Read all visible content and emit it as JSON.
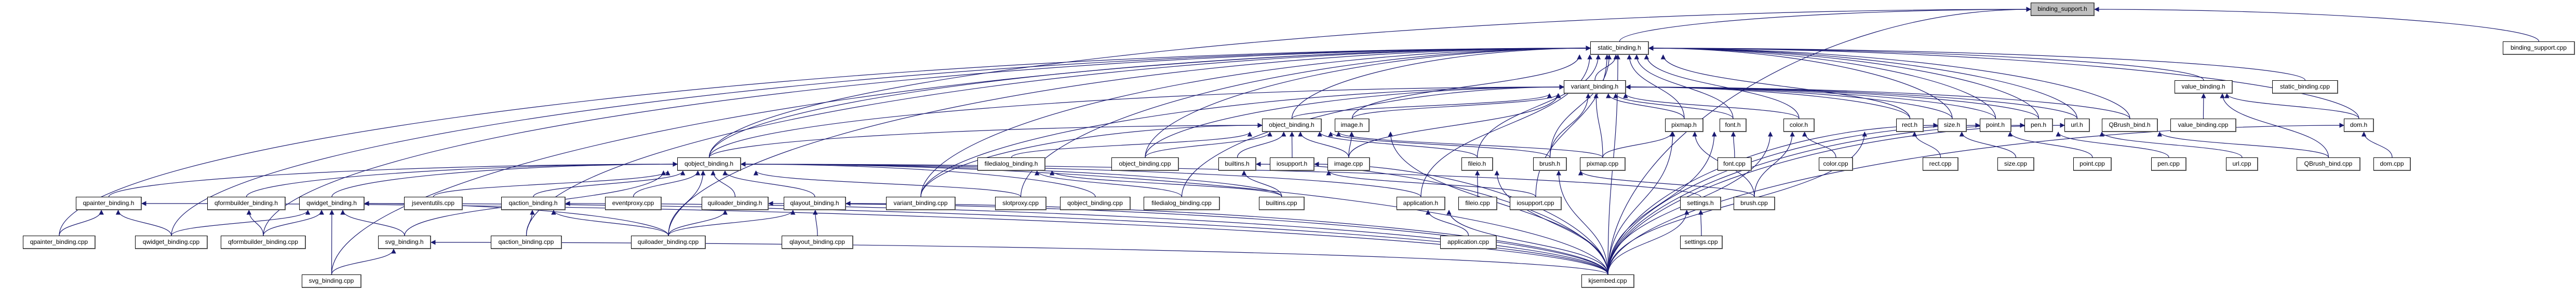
{
  "title": "binding_support.h include dependency graph",
  "colors": {
    "edge": "#191970",
    "root_fill": "#bfbfbf",
    "node_fill": "#ffffff"
  },
  "nodes": [
    {
      "id": "binding_support_h",
      "label": "binding_support.h",
      "root": true
    },
    {
      "id": "static_binding_h",
      "label": "static_binding.h"
    },
    {
      "id": "binding_support_cpp",
      "label": "binding_support.cpp"
    },
    {
      "id": "variant_binding_h",
      "label": "variant_binding.h"
    },
    {
      "id": "value_binding_h",
      "label": "value_binding.h"
    },
    {
      "id": "static_binding_cpp",
      "label": "static_binding.cpp"
    },
    {
      "id": "object_binding_h",
      "label": "object_binding.h"
    },
    {
      "id": "image_h",
      "label": "image.h"
    },
    {
      "id": "pixmap_h",
      "label": "pixmap.h"
    },
    {
      "id": "font_h",
      "label": "font.h"
    },
    {
      "id": "color_h",
      "label": "color.h"
    },
    {
      "id": "rect_h",
      "label": "rect.h"
    },
    {
      "id": "size_h",
      "label": "size.h"
    },
    {
      "id": "point_h",
      "label": "point.h"
    },
    {
      "id": "pen_h",
      "label": "pen.h"
    },
    {
      "id": "url_h",
      "label": "url.h"
    },
    {
      "id": "qbrush_bind_h",
      "label": "QBrush_bind.h"
    },
    {
      "id": "value_binding_cpp",
      "label": "value_binding.cpp"
    },
    {
      "id": "dom_h",
      "label": "dom.h"
    },
    {
      "id": "qobject_binding_h",
      "label": "qobject_binding.h"
    },
    {
      "id": "filedialog_binding_h",
      "label": "filedialog_binding.h"
    },
    {
      "id": "object_binding_cpp",
      "label": "object_binding.cpp"
    },
    {
      "id": "builtins_h",
      "label": "builtins.h"
    },
    {
      "id": "iosupport_h",
      "label": "iosupport.h"
    },
    {
      "id": "image_cpp",
      "label": "image.cpp"
    },
    {
      "id": "fileio_h",
      "label": "fileio.h"
    },
    {
      "id": "brush_h",
      "label": "brush.h"
    },
    {
      "id": "pixmap_cpp",
      "label": "pixmap.cpp"
    },
    {
      "id": "font_cpp",
      "label": "font.cpp"
    },
    {
      "id": "color_cpp",
      "label": "color.cpp"
    },
    {
      "id": "rect_cpp",
      "label": "rect.cpp"
    },
    {
      "id": "size_cpp",
      "label": "size.cpp"
    },
    {
      "id": "point_cpp",
      "label": "point.cpp"
    },
    {
      "id": "pen_cpp",
      "label": "pen.cpp"
    },
    {
      "id": "url_cpp",
      "label": "url.cpp"
    },
    {
      "id": "qbrush_bind_cpp",
      "label": "QBrush_bind.cpp"
    },
    {
      "id": "dom_cpp",
      "label": "dom.cpp"
    },
    {
      "id": "qpainter_binding_h",
      "label": "qpainter_binding.h"
    },
    {
      "id": "qformbuilder_binding_h",
      "label": "qformbuilder_binding.h"
    },
    {
      "id": "qwidget_binding_h",
      "label": "qwidget_binding.h"
    },
    {
      "id": "jseventutils_cpp",
      "label": "jseventutils.cpp"
    },
    {
      "id": "qaction_binding_h",
      "label": "qaction_binding.h"
    },
    {
      "id": "eventproxy_cpp",
      "label": "eventproxy.cpp"
    },
    {
      "id": "quiloader_binding_h",
      "label": "quiloader_binding.h"
    },
    {
      "id": "qlayout_binding_h",
      "label": "qlayout_binding.h"
    },
    {
      "id": "variant_binding_cpp",
      "label": "variant_binding.cpp"
    },
    {
      "id": "slotproxy_cpp",
      "label": "slotproxy.cpp"
    },
    {
      "id": "qobject_binding_cpp",
      "label": "qobject_binding.cpp"
    },
    {
      "id": "filedialog_binding_cpp",
      "label": "filedialog_binding.cpp"
    },
    {
      "id": "builtins_cpp",
      "label": "builtins.cpp"
    },
    {
      "id": "application_h",
      "label": "application.h"
    },
    {
      "id": "fileio_cpp",
      "label": "fileio.cpp"
    },
    {
      "id": "iosupport_cpp",
      "label": "iosupport.cpp"
    },
    {
      "id": "settings_h",
      "label": "settings.h"
    },
    {
      "id": "brush_cpp",
      "label": "brush.cpp"
    },
    {
      "id": "qpainter_binding_cpp",
      "label": "qpainter_binding.cpp"
    },
    {
      "id": "qwidget_binding_cpp",
      "label": "qwidget_binding.cpp"
    },
    {
      "id": "qformbuilder_binding_cpp",
      "label": "qformbuilder_binding.cpp"
    },
    {
      "id": "svg_binding_h",
      "label": "svg_binding.h"
    },
    {
      "id": "qaction_binding_cpp",
      "label": "qaction_binding.cpp"
    },
    {
      "id": "quiloader_binding_cpp",
      "label": "quiloader_binding.cpp"
    },
    {
      "id": "qlayout_binding_cpp",
      "label": "qlayout_binding.cpp"
    },
    {
      "id": "application_cpp",
      "label": "application.cpp"
    },
    {
      "id": "settings_cpp",
      "label": "settings.cpp"
    },
    {
      "id": "svg_binding_cpp",
      "label": "svg_binding.cpp"
    },
    {
      "id": "kjsembed_cpp",
      "label": "kjsembed.cpp"
    }
  ],
  "edges": [
    [
      "static_binding_h",
      "binding_support_h"
    ],
    [
      "binding_support_cpp",
      "binding_support_h"
    ],
    [
      "qobject_binding_h",
      "binding_support_h"
    ],
    [
      "kjsembed_cpp",
      "binding_support_h"
    ],
    [
      "variant_binding_h",
      "static_binding_h"
    ],
    [
      "value_binding_h",
      "static_binding_h"
    ],
    [
      "static_binding_cpp",
      "static_binding_h"
    ],
    [
      "object_binding_h",
      "static_binding_h"
    ],
    [
      "image_h",
      "static_binding_h"
    ],
    [
      "pixmap_h",
      "static_binding_h"
    ],
    [
      "font_h",
      "static_binding_h"
    ],
    [
      "color_h",
      "static_binding_h"
    ],
    [
      "rect_h",
      "static_binding_h"
    ],
    [
      "size_h",
      "static_binding_h"
    ],
    [
      "point_h",
      "static_binding_h"
    ],
    [
      "pen_h",
      "static_binding_h"
    ],
    [
      "url_h",
      "static_binding_h"
    ],
    [
      "qbrush_bind_h",
      "static_binding_h"
    ],
    [
      "dom_h",
      "static_binding_h"
    ],
    [
      "qobject_binding_h",
      "static_binding_h"
    ],
    [
      "brush_h",
      "static_binding_h"
    ],
    [
      "fileio_h",
      "static_binding_h"
    ],
    [
      "application_h",
      "static_binding_h"
    ],
    [
      "iosupport_cpp",
      "static_binding_h"
    ],
    [
      "qpainter_binding_cpp",
      "static_binding_h"
    ],
    [
      "qwidget_binding_cpp",
      "static_binding_h"
    ],
    [
      "qformbuilder_binding_cpp",
      "static_binding_h"
    ],
    [
      "qaction_binding_cpp",
      "static_binding_h"
    ],
    [
      "quiloader_binding_cpp",
      "static_binding_h"
    ],
    [
      "svg_binding_cpp",
      "static_binding_h"
    ],
    [
      "variant_binding_cpp",
      "static_binding_h"
    ],
    [
      "slotproxy_cpp",
      "static_binding_h"
    ],
    [
      "object_binding_cpp",
      "static_binding_h"
    ],
    [
      "kjsembed_cpp",
      "static_binding_h"
    ],
    [
      "object_binding_h",
      "variant_binding_h"
    ],
    [
      "image_h",
      "variant_binding_h"
    ],
    [
      "pixmap_h",
      "variant_binding_h"
    ],
    [
      "font_h",
      "variant_binding_h"
    ],
    [
      "color_h",
      "variant_binding_h"
    ],
    [
      "rect_h",
      "variant_binding_h"
    ],
    [
      "size_h",
      "variant_binding_h"
    ],
    [
      "point_h",
      "variant_binding_h"
    ],
    [
      "pen_h",
      "variant_binding_h"
    ],
    [
      "url_h",
      "variant_binding_h"
    ],
    [
      "qbrush_bind_h",
      "variant_binding_h"
    ],
    [
      "brush_h",
      "variant_binding_h"
    ],
    [
      "pixmap_cpp",
      "variant_binding_h"
    ],
    [
      "image_cpp",
      "variant_binding_h"
    ],
    [
      "qobject_binding_h",
      "variant_binding_h"
    ],
    [
      "variant_binding_cpp",
      "variant_binding_h"
    ],
    [
      "object_binding_cpp",
      "variant_binding_h"
    ],
    [
      "filedialog_binding_cpp",
      "variant_binding_h"
    ],
    [
      "value_binding_cpp",
      "value_binding_h"
    ],
    [
      "qbrush_bind_cpp",
      "value_binding_h"
    ],
    [
      "dom_h",
      "value_binding_h"
    ],
    [
      "qobject_binding_h",
      "object_binding_h"
    ],
    [
      "filedialog_binding_h",
      "object_binding_h"
    ],
    [
      "object_binding_cpp",
      "object_binding_h"
    ],
    [
      "builtins_h",
      "object_binding_h"
    ],
    [
      "iosupport_h",
      "object_binding_h"
    ],
    [
      "image_cpp",
      "object_binding_h"
    ],
    [
      "fileio_h",
      "object_binding_h"
    ],
    [
      "brush_h",
      "object_binding_h"
    ],
    [
      "pixmap_cpp",
      "object_binding_h"
    ],
    [
      "variant_binding_cpp",
      "object_binding_h"
    ],
    [
      "image_cpp",
      "image_h"
    ],
    [
      "kjsembed_cpp",
      "image_h"
    ],
    [
      "pixmap_cpp",
      "pixmap_h"
    ],
    [
      "brush_cpp",
      "pixmap_h"
    ],
    [
      "kjsembed_cpp",
      "pixmap_h"
    ],
    [
      "font_cpp",
      "font_h"
    ],
    [
      "kjsembed_cpp",
      "font_h"
    ],
    [
      "color_cpp",
      "color_h"
    ],
    [
      "brush_cpp",
      "color_h"
    ],
    [
      "kjsembed_cpp",
      "color_h"
    ],
    [
      "rect_cpp",
      "rect_h"
    ],
    [
      "kjsembed_cpp",
      "rect_h"
    ],
    [
      "size_cpp",
      "size_h"
    ],
    [
      "kjsembed_cpp",
      "size_h"
    ],
    [
      "point_cpp",
      "point_h"
    ],
    [
      "kjsembed_cpp",
      "point_h"
    ],
    [
      "pen_cpp",
      "pen_h"
    ],
    [
      "kjsembed_cpp",
      "pen_h"
    ],
    [
      "url_cpp",
      "url_h"
    ],
    [
      "kjsembed_cpp",
      "url_h"
    ],
    [
      "qbrush_bind_cpp",
      "qbrush_bind_h"
    ],
    [
      "dom_cpp",
      "dom_h"
    ],
    [
      "kjsembed_cpp",
      "dom_h"
    ],
    [
      "qpainter_binding_h",
      "qobject_binding_h"
    ],
    [
      "qformbuilder_binding_h",
      "qobject_binding_h"
    ],
    [
      "qwidget_binding_h",
      "qobject_binding_h"
    ],
    [
      "jseventutils_cpp",
      "qobject_binding_h"
    ],
    [
      "qaction_binding_h",
      "qobject_binding_h"
    ],
    [
      "eventproxy_cpp",
      "qobject_binding_h"
    ],
    [
      "quiloader_binding_h",
      "qobject_binding_h"
    ],
    [
      "qlayout_binding_h",
      "qobject_binding_h"
    ],
    [
      "quiloader_binding_cpp",
      "qobject_binding_h"
    ],
    [
      "svg_binding_h",
      "qobject_binding_h"
    ],
    [
      "slotproxy_cpp",
      "qobject_binding_h"
    ],
    [
      "qobject_binding_cpp",
      "qobject_binding_h"
    ],
    [
      "builtins_cpp",
      "qobject_binding_h"
    ],
    [
      "application_h",
      "qobject_binding_h"
    ],
    [
      "settings_h",
      "qobject_binding_h"
    ],
    [
      "kjsembed_cpp",
      "qobject_binding_h"
    ],
    [
      "filedialog_binding_cpp",
      "filedialog_binding_h"
    ],
    [
      "builtins_cpp",
      "filedialog_binding_h"
    ],
    [
      "builtins_cpp",
      "builtins_h"
    ],
    [
      "kjsembed_cpp",
      "builtins_h"
    ],
    [
      "iosupport_cpp",
      "iosupport_h"
    ],
    [
      "kjsembed_cpp",
      "iosupport_h"
    ],
    [
      "fileio_cpp",
      "fileio_h"
    ],
    [
      "kjsembed_cpp",
      "fileio_h"
    ],
    [
      "brush_cpp",
      "brush_h"
    ],
    [
      "kjsembed_cpp",
      "brush_h"
    ],
    [
      "qpainter_binding_cpp",
      "qpainter_binding_h"
    ],
    [
      "qwidget_binding_cpp",
      "qpainter_binding_h"
    ],
    [
      "kjsembed_cpp",
      "qpainter_binding_h"
    ],
    [
      "qformbuilder_binding_cpp",
      "qformbuilder_binding_h"
    ],
    [
      "qwidget_binding_cpp",
      "qwidget_binding_h"
    ],
    [
      "qformbuilder_binding_cpp",
      "qwidget_binding_h"
    ],
    [
      "svg_binding_h",
      "qwidget_binding_h"
    ],
    [
      "svg_binding_cpp",
      "qwidget_binding_h"
    ],
    [
      "quiloader_binding_cpp",
      "qwidget_binding_h"
    ],
    [
      "kjsembed_cpp",
      "qwidget_binding_h"
    ],
    [
      "qaction_binding_cpp",
      "qaction_binding_h"
    ],
    [
      "quiloader_binding_cpp",
      "qaction_binding_h"
    ],
    [
      "kjsembed_cpp",
      "qaction_binding_h"
    ],
    [
      "quiloader_binding_cpp",
      "quiloader_binding_h"
    ],
    [
      "kjsembed_cpp",
      "quiloader_binding_h"
    ],
    [
      "quiloader_binding_cpp",
      "qlayout_binding_h"
    ],
    [
      "qlayout_binding_cpp",
      "qlayout_binding_h"
    ],
    [
      "kjsembed_cpp",
      "qlayout_binding_h"
    ],
    [
      "svg_binding_cpp",
      "svg_binding_h"
    ],
    [
      "kjsembed_cpp",
      "svg_binding_h"
    ],
    [
      "application_cpp",
      "application_h"
    ],
    [
      "kjsembed_cpp",
      "application_h"
    ],
    [
      "settings_cpp",
      "settings_h"
    ],
    [
      "kjsembed_cpp",
      "settings_h"
    ]
  ]
}
